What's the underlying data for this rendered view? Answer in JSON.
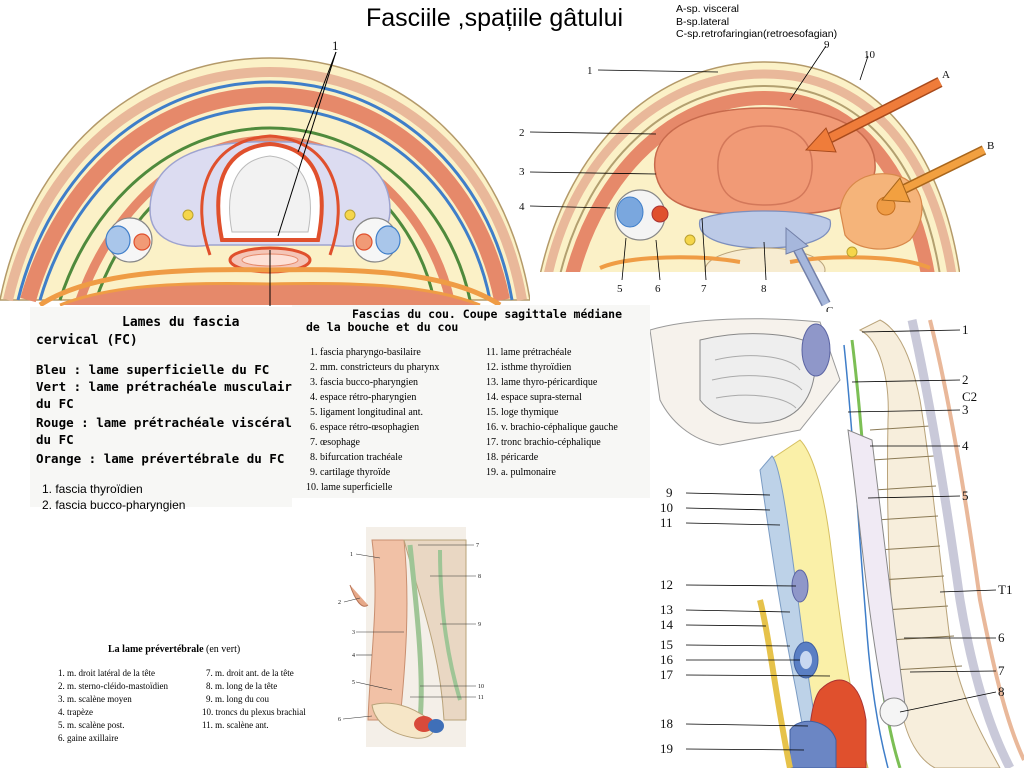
{
  "title": "Fasciile ,spațiile gâtului",
  "spaces_legend": [
    "A-sp. visceral",
    "B-sp.lateral",
    "C-sp.retrofaringian(retroesofagian)"
  ],
  "left_section_labels": [
    "1"
  ],
  "right_section_labels": {
    "left_side": [
      "1",
      "2",
      "3",
      "4"
    ],
    "top": [
      "9",
      "10"
    ],
    "bottom": [
      "5",
      "6",
      "7",
      "8"
    ],
    "arrows": [
      "A",
      "B",
      "C"
    ]
  },
  "fc_box": {
    "title_line1": "Lames du fascia",
    "title_line2": "cervical (FC)",
    "lines": [
      "Bleu : lame superficielle du FC",
      "Vert : lame prétrachéale musculaire",
      "du FC",
      "Rouge : lame prétrachéale viscérale",
      "du FC",
      "Orange : lame prévertébrale du FC"
    ],
    "items": [
      "1.  fascia thyroïdien",
      "2.  fascia bucco-pharyngien"
    ]
  },
  "sagittal_box": {
    "title_line1": "Fascias du cou. Coupe sagittale médiane",
    "title_line2": "de la bouche et du cou",
    "col1": [
      "1.  fascia pharyngo-basilaire",
      "2.  mm. constricteurs du pharynx",
      "3.  fascia bucco-pharyngien",
      "4.  espace rétro-pharyngien",
      "5.  ligament longitudinal ant.",
      "6.  espace rétro-œsophagien",
      "7.  œsophage",
      "8.  bifurcation trachéale",
      "9.  cartilage thyroïde",
      "10.  lame superficielle"
    ],
    "col2": [
      "11.  lame prétrachéale",
      "12.  isthme thyroïdien",
      "13.  lame thyro-péricardique",
      "14.  espace supra-sternal",
      "15.  loge thymique",
      "16.  v. brachio-céphalique gauche",
      "17.  tronc brachio-céphalique",
      "18.  péricarde",
      "19.  a. pulmonaire"
    ]
  },
  "prevertebral_box": {
    "title_bold": "La lame prévertébrale",
    "title_rest": " (en vert)",
    "col1": [
      "1.  m. droit latéral de la tête",
      "2.  m. sterno-cléido-mastoïdien",
      "3.  m. scalène moyen",
      "4.  trapèze",
      "5.  m. scalène post.",
      "6.  gaine axillaire"
    ],
    "col2": [
      "7.  m. droit ant. de la tête",
      "8.  m. long de la tête",
      "9.  m. long du cou",
      "10.  troncs du plexus brachial",
      "11.  m. scalène ant."
    ],
    "figure_labels": [
      "1",
      "2",
      "3",
      "4",
      "5",
      "6",
      "7",
      "8",
      "9",
      "10",
      "11"
    ]
  },
  "sagittal_figure_labels": {
    "left": [
      "9",
      "10",
      "11",
      "12",
      "13",
      "14",
      "15",
      "16",
      "17",
      "18",
      "19"
    ],
    "right": [
      "1",
      "2",
      "C2",
      "3",
      "4",
      "5",
      "T1",
      "6",
      "7",
      "8"
    ]
  },
  "colors": {
    "blue_layer": "#3f7ec9",
    "green_layer": "#4f8a3c",
    "red_layer": "#e0502d",
    "orange_layer": "#ef9c45",
    "muscle": "#e6896a",
    "fat": "#faf0c0",
    "visceral_space": "#f19a76",
    "arrow_orange": "#ef7c3a",
    "arrow_blue": "#a6b7dc"
  }
}
